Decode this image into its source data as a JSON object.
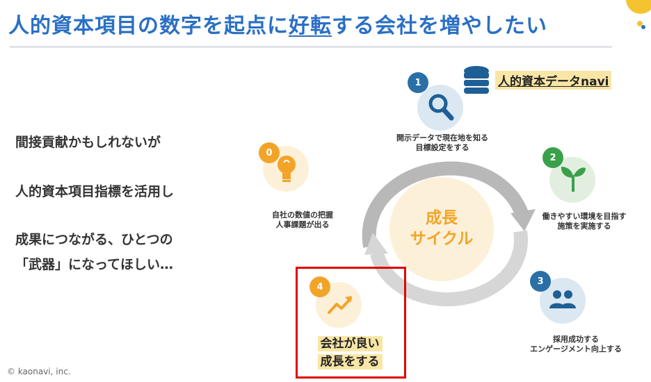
{
  "header": {
    "title_part1": "人的資本項目の数字を起点に",
    "title_emph": "好転",
    "title_part2": "する会社を増やしたい"
  },
  "left_text": {
    "line1": "間接貢献かもしれないが",
    "line2": "人的資本項目指標を活用し",
    "line3": "成果につながる、ひとつの",
    "line4": "「武器」になってほしい…"
  },
  "brand": {
    "label": "人的資本データnavi"
  },
  "cycle": {
    "center_line1": "成長",
    "center_line2": "サイクル",
    "steps": [
      {
        "num": "0",
        "line1": "自社の数値の把握",
        "line2": "人事課題が出る"
      },
      {
        "num": "1",
        "line1": "開示データで現在地を知る",
        "line2": "目標設定をする"
      },
      {
        "num": "2",
        "line1": "働きやすい環境を目指す",
        "line2": "施策を実施する"
      },
      {
        "num": "3",
        "line1": "採用成功する",
        "line2": "エンゲージメント向上する"
      },
      {
        "num": "4",
        "line1": "会社が良い",
        "line2": "成長をする"
      }
    ]
  },
  "footer": {
    "copyright": "© kaonavi, inc."
  },
  "colors": {
    "title": "#2a6fc4",
    "orange": "#f2a428",
    "blue_badge": "#2a6fa6",
    "green_badge": "#3aa14a",
    "highlight_box": "#e00000"
  }
}
